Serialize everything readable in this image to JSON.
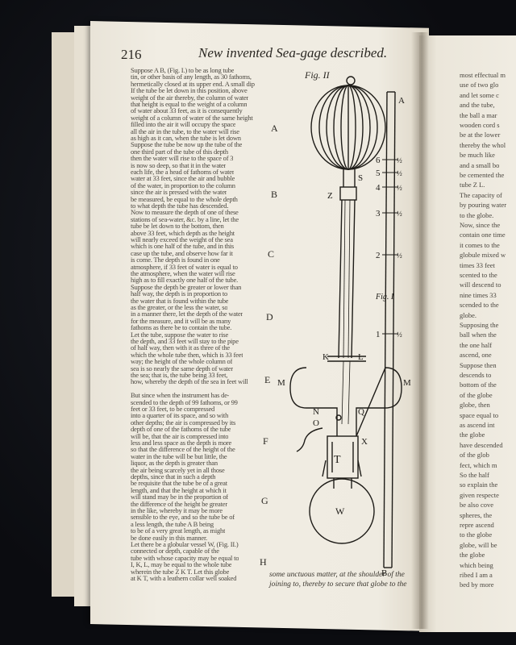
{
  "page": {
    "page_number": "216",
    "header_title": "New invented Sea-gage described.",
    "figure_caption": "Fig. II"
  },
  "left_column_lines": [
    "Suppose A B, (Fig. I.) to be as long tube",
    "tin, or other basis of any length, as 30 fathoms,",
    "hermetically closed at its upper end. A small dip",
    "If the tube be let down in this position, above",
    "weight of the air thereby, the column of water",
    "that height is equal to the weight of a column",
    "of water about 33 feet, as it is consequently",
    "weight of a column of water of the same height",
    "filled into the air it will occupy the space",
    "all the air in the tube, to the water will rise",
    "as high as it can, when the tube is let down",
    "Suppose the tube be now up the tube of the",
    "one third part of the tube of this depth",
    "then the water will rise to the space of 3",
    "is now so deep, so that it in the water",
    "each life, the a head of fathoms of water",
    "water at 33 feet, since the air and bubble",
    "of the water, in proportion to the column",
    "since the air is pressed with the water",
    "be measured, be equal to the whole depth",
    "to what depth the tube has descended.",
    "Now to measure the depth of one of these",
    "stations of sea-water, &c. by a line, let the",
    "tube be let down to the bottom, then",
    "above 33 feet, which depth as the height",
    "will nearly exceed the weight of the sea",
    "which is one half of the tube, and in this",
    "case up the tube, and observe how far it",
    "is come. The depth is found in one",
    "atmosphere, if 33 feet of water is equal to",
    "the atmosphere, when the water will rise",
    "high as to fill exactly one half of the tube.",
    "Suppose the depth be greater or lower than",
    "half way, the depth is in proportion to",
    "the water that is found within the tube",
    "as the greater, or the less the water, so",
    "in a manner there, let the depth of the water",
    "for the measure, and it will be as many",
    "fathoms as there be to contain the tube.",
    "Let the tube, suppose the water to rise",
    "the depth, and 33 feet will stay to the pipe",
    "of half way, then with it as three of the",
    "which the whole tube then, which is 33 feet",
    "way; the height of the whole column of",
    "sea is so nearly the same depth of water",
    "the sea; that is, the tube being 33 feet,",
    "how, whereby the depth of the sea in feet will",
    "",
    "But since when the instrument has de-",
    "scended to the depth of 99 fathoms, or 99",
    "feet or 33 feet, to be compressed",
    "into a quarter of its space, and so with",
    "other depths; the air is compressed by its",
    "depth of one of the fathoms of the tube",
    "will be, that the air is compressed into",
    "less and less space as the depth is more",
    "so that the difference of the height of the",
    "water in the tube will be but little, the",
    "liquor, as the depth is greater than",
    "the air being scarcely yet in all those",
    "depths, since that in such a depth",
    "be requisite that the tube be of a great",
    "length, and that the height at which it",
    "will stand may be in the proportion of",
    "the difference of the height be greater",
    "in the like, whereby it may be more",
    "sensible to the eye, and so the tube be of",
    "a less length, the tube A B being",
    "to be of a very great length, as might",
    "be done easily in this manner.",
    "Let there be a globular vessel W, (Fig. II.)",
    "connected or depth, capable of the",
    "tube with whose capacity may be equal to",
    "I, K, L, may be equal to the whole tube",
    "wherein the tube Z K T. Let this globe",
    "at K T, with a leathern collar well soaked"
  ],
  "margin_letters": [
    "A",
    "B",
    "C",
    "D",
    "E",
    "F",
    "G",
    "H"
  ],
  "bottom_lines": [
    "some unctuous matter, at the shoulder of the",
    "joining to, thereby to secure that globe to the"
  ],
  "right_page_lines": [
    "most effectual m",
    "use of two glo",
    "and let some c",
    "and the tube,",
    "the ball a mar",
    "wooden cord s",
    "be at the lower",
    "thereby the whol",
    "be much like",
    "and a small bo",
    "be cemented the",
    "tube Z L.",
    "The capacity of",
    "by pouring water",
    "to the globe.",
    "Now, since the",
    "contain one time",
    "it comes to the",
    "globule mixed w",
    "times 33 feet",
    "scented to the",
    "will descend to",
    "nine times 33",
    "scended to the",
    "globe.",
    "Supposing the",
    "ball when the",
    "the one half",
    "ascend, one",
    "Suppose then",
    "descends to",
    "bottom of the",
    "of the globe",
    "globe, then",
    "space equal to",
    "as ascend int",
    "the globe",
    "have descended",
    "of the glob",
    "fect, which m",
    "So the half",
    "so explain the",
    "given respecte",
    "be also cove",
    "spheres, the",
    "repre ascend",
    "to the globe",
    "globe, will be",
    "the globe",
    "which being",
    "ribed I am a",
    "bed by more"
  ],
  "diagram_labels": {
    "scale_top": "A",
    "scale_bottom": "B",
    "tube_letters": [
      "Z",
      "S",
      "K",
      "L",
      "M",
      "M",
      "N",
      "O",
      "Q",
      "X",
      "T",
      "W"
    ],
    "scale_numbers": [
      "6",
      "5",
      "4",
      "3",
      "2",
      "1"
    ],
    "scale_fractions": [
      "½",
      "½",
      "½",
      "½",
      "½",
      "½"
    ],
    "fig_label": "Fig. I"
  }
}
